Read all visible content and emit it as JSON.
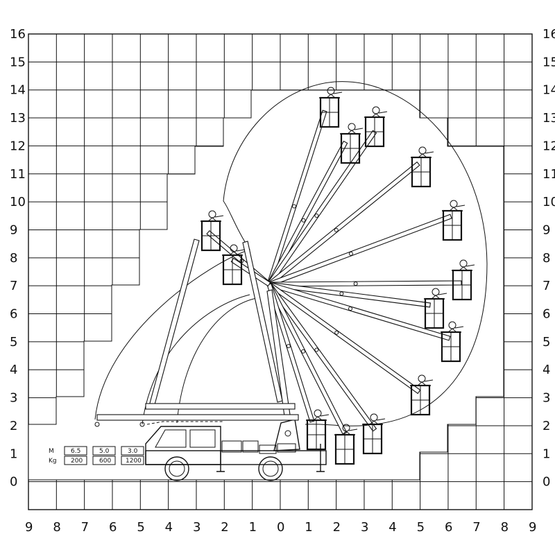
{
  "axes": {
    "y_ticks": [
      "0",
      "1",
      "2",
      "3",
      "4",
      "5",
      "6",
      "7",
      "8",
      "9",
      "10",
      "11",
      "12",
      "13",
      "14",
      "15",
      "16"
    ],
    "x_ticks": [
      "9",
      "8",
      "7",
      "6",
      "5",
      "4",
      "3",
      "2",
      "1",
      "0",
      "1",
      "2",
      "3",
      "4",
      "5",
      "6",
      "7",
      "8",
      "9"
    ]
  },
  "load_table": {
    "row_labels": [
      "M",
      "Kg"
    ],
    "columns": [
      {
        "m": "6.5",
        "kg": "200"
      },
      {
        "m": "5.0",
        "kg": "600"
      },
      {
        "m": "3.0",
        "kg": "1200"
      }
    ]
  },
  "icons": {
    "truck": "aerial-platform-truck-icon",
    "basket": "work-basket-with-operator-icon"
  }
}
